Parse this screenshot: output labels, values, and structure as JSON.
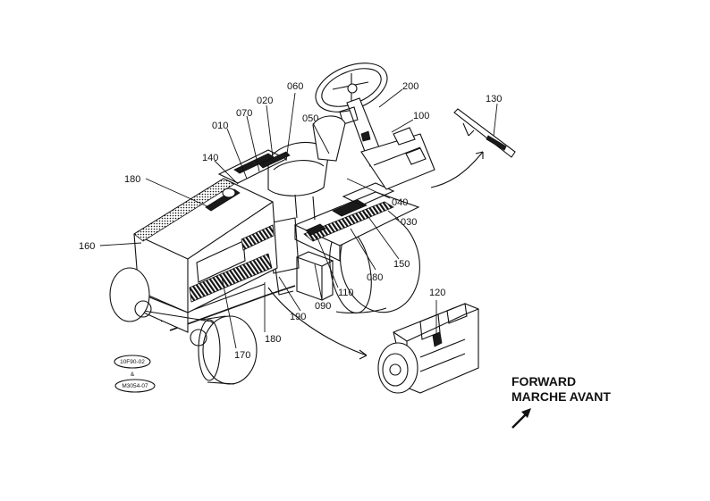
{
  "callouts": [
    {
      "id": "c010",
      "text": "010"
    },
    {
      "id": "c020",
      "text": "020"
    },
    {
      "id": "c030",
      "text": "030"
    },
    {
      "id": "c040",
      "text": "040"
    },
    {
      "id": "c050",
      "text": "050"
    },
    {
      "id": "c060",
      "text": "060"
    },
    {
      "id": "c070",
      "text": "070"
    },
    {
      "id": "c080",
      "text": "080"
    },
    {
      "id": "c090",
      "text": "090"
    },
    {
      "id": "c100",
      "text": "100"
    },
    {
      "id": "c110",
      "text": "110"
    },
    {
      "id": "c120",
      "text": "120"
    },
    {
      "id": "c130",
      "text": "130"
    },
    {
      "id": "c140",
      "text": "140"
    },
    {
      "id": "c150",
      "text": "150"
    },
    {
      "id": "c160",
      "text": "160"
    },
    {
      "id": "c170",
      "text": "170"
    },
    {
      "id": "c180a",
      "text": "180"
    },
    {
      "id": "c180b",
      "text": "180"
    },
    {
      "id": "c190",
      "text": "190"
    },
    {
      "id": "c200",
      "text": "200"
    }
  ],
  "reference_stamps": {
    "top": "10F90-02",
    "middle": "&",
    "bottom": "M3054-07"
  },
  "direction": {
    "line1": "FORWARD",
    "line2": "MARCHE AVANT",
    "icon": "arrow-up-right-icon"
  }
}
